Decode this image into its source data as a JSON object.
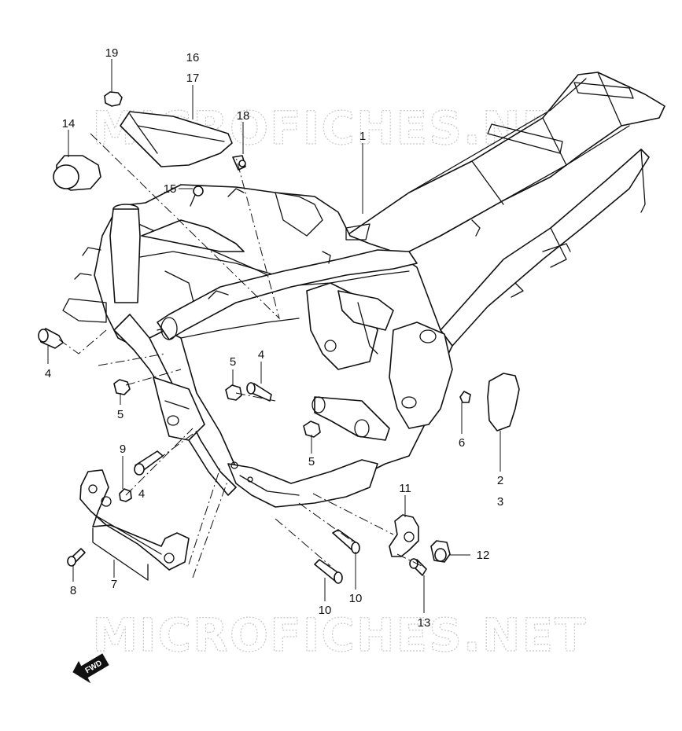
{
  "watermark": {
    "top": "MICROFICHES.NET",
    "bottom": "MICROFICHES.NET"
  },
  "fwd_label": "FWD",
  "callouts": [
    {
      "id": "c19",
      "text": "19"
    },
    {
      "id": "c16",
      "text": "16"
    },
    {
      "id": "c17",
      "text": "17"
    },
    {
      "id": "c14",
      "text": "14"
    },
    {
      "id": "c18",
      "text": "18"
    },
    {
      "id": "c1",
      "text": "1"
    },
    {
      "id": "c15",
      "text": "15"
    },
    {
      "id": "c4a",
      "text": "4"
    },
    {
      "id": "c5a",
      "text": "5"
    },
    {
      "id": "c5b",
      "text": "5"
    },
    {
      "id": "c4b",
      "text": "4"
    },
    {
      "id": "c5c",
      "text": "5"
    },
    {
      "id": "c9",
      "text": "9"
    },
    {
      "id": "c4c",
      "text": "4"
    },
    {
      "id": "c6",
      "text": "6"
    },
    {
      "id": "c2",
      "text": "2"
    },
    {
      "id": "c3",
      "text": "3"
    },
    {
      "id": "c11",
      "text": "11"
    },
    {
      "id": "c12",
      "text": "12"
    },
    {
      "id": "c8",
      "text": "8"
    },
    {
      "id": "c7",
      "text": "7"
    },
    {
      "id": "c10a",
      "text": "10"
    },
    {
      "id": "c10b",
      "text": "10"
    },
    {
      "id": "c13",
      "text": "13"
    }
  ]
}
